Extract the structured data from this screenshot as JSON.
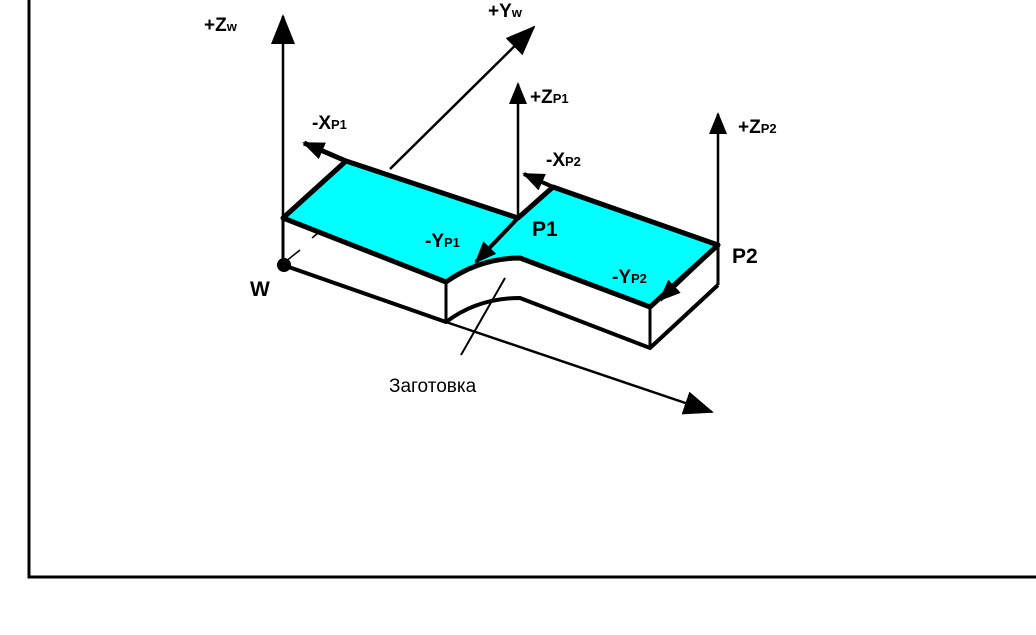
{
  "colors": {
    "face": "#00ffff",
    "line": "#000000"
  },
  "labels": {
    "zw": {
      "main": "+Z",
      "sub": "w"
    },
    "yw": {
      "main": "+Y",
      "sub": "w"
    },
    "zp1": {
      "main": "+Z",
      "sub": "P1"
    },
    "zp2": {
      "main": "+Z",
      "sub": "P2"
    },
    "xp1": {
      "main": "-X",
      "sub": "P1"
    },
    "xp2": {
      "main": "-X",
      "sub": "P2"
    },
    "yp1": {
      "main": "-Y",
      "sub": "P1"
    },
    "yp2": {
      "main": "-Y",
      "sub": "P2"
    },
    "p1": "P1",
    "p2": "P2",
    "w": "W",
    "workpiece": "Заготовка"
  }
}
